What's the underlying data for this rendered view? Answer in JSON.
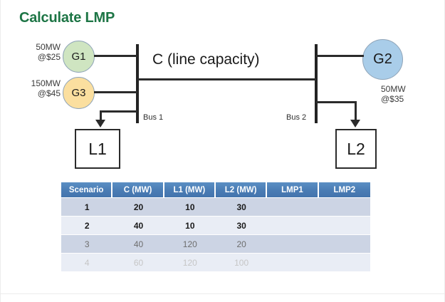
{
  "slide": {
    "title": "Calculate LMP",
    "title_color": "#1d7545",
    "background": "#ffffff"
  },
  "diagram": {
    "capacity_label": "C (line capacity)",
    "generators": [
      {
        "id": "G1",
        "label": "G1",
        "annotation": "50MW\n@$25",
        "annotation_line1": "50MW",
        "annotation_line2": "@$25",
        "color": "#cfe5c1",
        "bus": "Bus 1"
      },
      {
        "id": "G3",
        "label": "G3",
        "annotation_line1": "150MW",
        "annotation_line2": "@$45",
        "color": "#fbdf9f",
        "bus": "Bus 1"
      },
      {
        "id": "G2",
        "label": "G2",
        "annotation_line1": "50MW",
        "annotation_line2": "@$35",
        "color": "#a9cde9",
        "bus": "Bus 2"
      }
    ],
    "buses": [
      {
        "id": "bus1",
        "label": "Bus 1"
      },
      {
        "id": "bus2",
        "label": "Bus 2"
      }
    ],
    "loads": [
      {
        "id": "L1",
        "label": "L1",
        "bus": "Bus 1"
      },
      {
        "id": "L2",
        "label": "L2",
        "bus": "Bus 2"
      }
    ]
  },
  "table": {
    "headers": [
      "Scenario",
      "C (MW)",
      "L1 (MW)",
      "L2 (MW)",
      "LMP1",
      "LMP2"
    ],
    "header_color": "#4a7cb4",
    "rows": [
      {
        "scenario": "1",
        "c": "20",
        "l1": "10",
        "l2": "30",
        "lmp1": "",
        "lmp2": ""
      },
      {
        "scenario": "2",
        "c": "40",
        "l1": "10",
        "l2": "30",
        "lmp1": "",
        "lmp2": ""
      },
      {
        "scenario": "3",
        "c": "40",
        "l1": "120",
        "l2": "20",
        "lmp1": "",
        "lmp2": ""
      },
      {
        "scenario": "4",
        "c": "60",
        "l1": "120",
        "l2": "100",
        "lmp1": "",
        "lmp2": ""
      }
    ]
  }
}
